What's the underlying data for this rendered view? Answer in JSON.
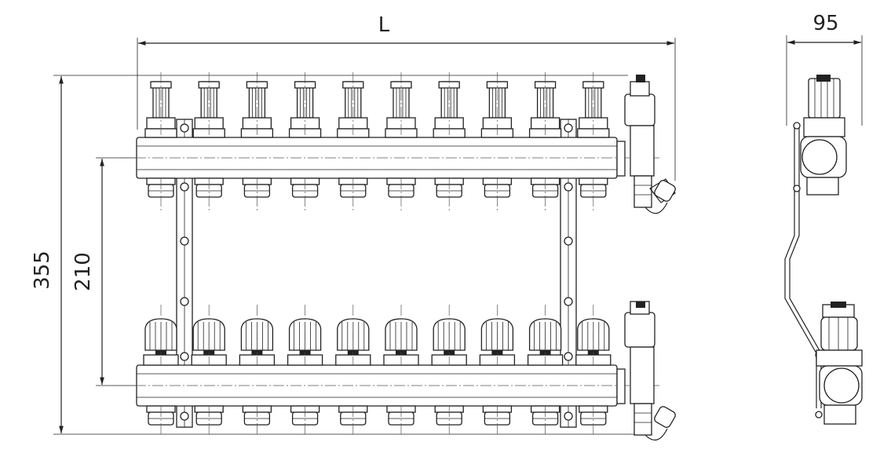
{
  "dimensions": {
    "length_label": "L",
    "depth_label": "95",
    "height_label": "355",
    "spacing_label": "210"
  },
  "manifold": {
    "outlets": 10
  }
}
